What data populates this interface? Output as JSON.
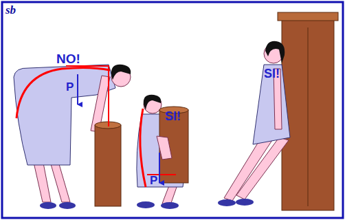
{
  "diagram": {
    "labels": [
      "sb",
      "NO!",
      "P",
      "SI!",
      "P",
      "SI!"
    ]
  }
}
